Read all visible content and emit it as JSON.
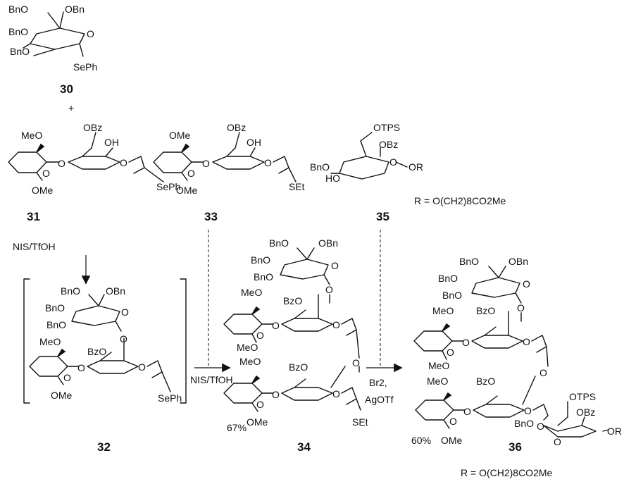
{
  "compounds": {
    "c30": {
      "number": "30",
      "labels": {
        "bno6": "BnO",
        "obn": "OBn",
        "bno4": "BnO",
        "bno3": "BnO",
        "o": "O",
        "seph": "SePh"
      }
    },
    "plus": "+",
    "c31": {
      "number": "31",
      "labels": {
        "meo": "MeO",
        "obz": "OBz",
        "oh": "OH",
        "o1": "O",
        "o2": "O",
        "o3": "O",
        "ome": "OMe",
        "seph": "SePh"
      }
    },
    "c33": {
      "number": "33",
      "labels": {
        "ome_top": "OMe",
        "obz": "OBz",
        "oh": "OH",
        "o1": "O",
        "o2": "O",
        "o3": "O",
        "ome": "OMe",
        "set": "SEt"
      }
    },
    "c35": {
      "number": "35",
      "labels": {
        "otps": "OTPS",
        "obz": "OBz",
        "bno": "BnO",
        "ho": "HO",
        "o": "O",
        "or": "OR"
      },
      "r_def": "R = O(CH2)8CO2Me"
    },
    "c32": {
      "number": "32",
      "labels": {
        "bno6": "BnO",
        "obn": "OBn",
        "bno4": "BnO",
        "bno3": "BnO",
        "o_top": "O",
        "o_link": "O",
        "meo": "MeO",
        "bzo": "BzO",
        "o1": "O",
        "o2": "O",
        "o3": "O",
        "ome": "OMe",
        "seph": "SePh"
      }
    },
    "c34": {
      "number": "34",
      "labels": {
        "bno6": "BnO",
        "obn": "OBn",
        "bno4": "BnO",
        "bno3": "BnO",
        "o_top": "O",
        "o_link1": "O",
        "meo1": "MeO",
        "bzo1": "BzO",
        "o1": "O",
        "o2": "O",
        "o3": "O",
        "meo_mid": "MeO",
        "o_link2": "O",
        "meo2": "MeO",
        "bzo2": "BzO",
        "o4": "O",
        "o5": "O",
        "o6": "O",
        "ome": "OMe",
        "set": "SEt"
      },
      "yield": "67%"
    },
    "c36": {
      "number": "36",
      "labels": {
        "bno6": "BnO",
        "obn": "OBn",
        "bno4": "BnO",
        "bno3": "BnO",
        "o_top": "O",
        "o_link1": "O",
        "meo1": "MeO",
        "bzo1": "BzO",
        "o1": "O",
        "o2": "O",
        "o3": "O",
        "meo_mid": "MeO",
        "o_link2": "O",
        "meo2": "MeO",
        "bzo2": "BzO",
        "o4": "O",
        "o5": "O",
        "o6": "O",
        "ome": "OMe",
        "otps": "OTPS",
        "obz": "OBz",
        "bno": "BnO",
        "o7": "O",
        "o8": "O",
        "or": "OR"
      },
      "yield": "60%",
      "r_def": "R = O(CH2)8CO2Me"
    }
  },
  "reagents": {
    "step1": "NIS/TfOH",
    "step2": "NIS/TfOH",
    "step3_line1": "Br2,",
    "step3_line2": "AgOTf"
  }
}
